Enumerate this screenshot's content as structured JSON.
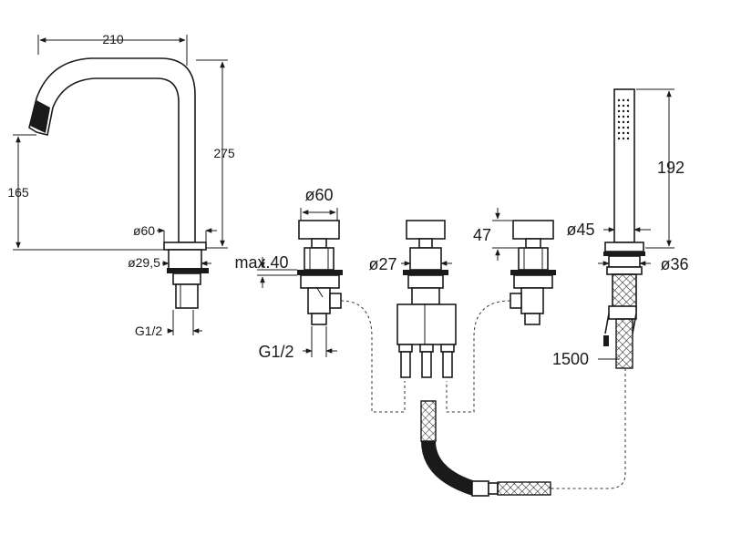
{
  "dimensions": {
    "spout_width": "210",
    "spout_height": "275",
    "spout_outlet_height": "165",
    "spout_base_diameter": "ø60",
    "spout_thread_diameter": "ø29,5",
    "spout_connection": "G1/2",
    "handle_diameter": "ø60",
    "max_deck_thickness": "max.40",
    "valve_connection": "G1/2",
    "diverter_thread_diameter": "ø27",
    "handle_height": "47",
    "shower_base_diameter": "ø45",
    "shower_height": "192",
    "shower_thread_diameter": "ø36",
    "hose_length": "1500"
  },
  "colors": {
    "line": "#1a1a1a",
    "background": "#ffffff"
  }
}
